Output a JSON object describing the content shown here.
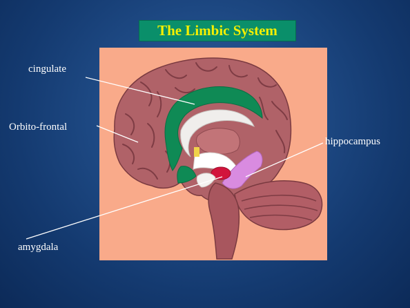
{
  "slide": {
    "title": "The Limbic System",
    "labels": {
      "cingulate": "cingulate",
      "orbito_frontal": "Orbito-frontal",
      "hippocampus": "hippocampus",
      "amygdala": "amygdala"
    }
  },
  "colors": {
    "background": "#1f4b86",
    "title_box": "#0a8f6a",
    "title_text": "#f5f000",
    "figure_background": "#f9aa8a",
    "brain_tissue": "#b06268",
    "cingulate_region": "#0f8a55",
    "hippocampus_region": "#d98be0",
    "amygdala_region": "#d2143c",
    "pointer_lines": "#ffffff"
  },
  "icons": {
    "brain": "brain-illustration"
  }
}
